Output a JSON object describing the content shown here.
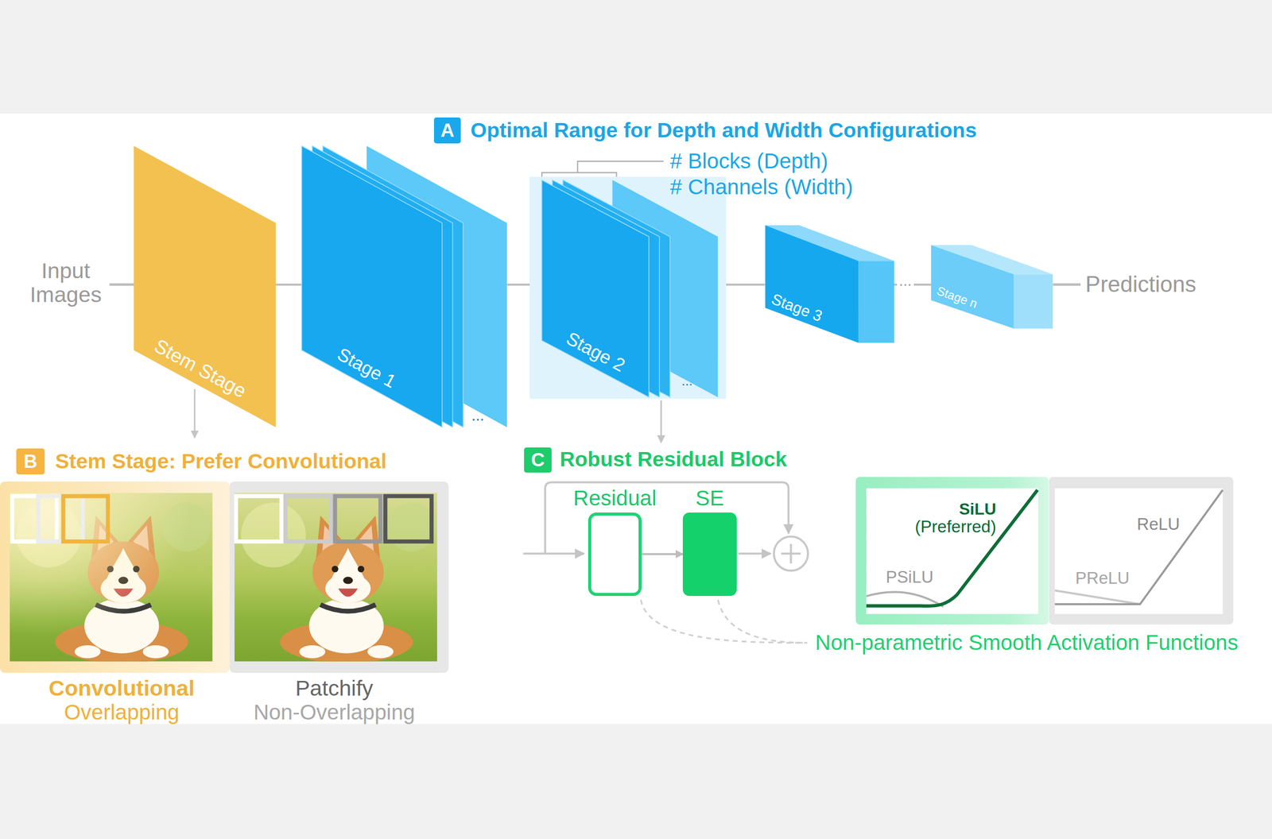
{
  "diagram": {
    "nodes": [
      {
        "text": [
          "A"
        ]
      },
      {
        "text": [
          "Stem Stage"
        ]
      },
      {
        "text": [
          "Stage 1"
        ]
      },
      {
        "text": [
          "Stage 2"
        ]
      },
      {
        "text": [
          "Stage 3"
        ]
      },
      {
        "text": [
          "Stage n"
        ]
      },
      {
        "text": [
          "B"
        ]
      },
      {
        "text": [
          "C"
        ]
      },
      {
        "text": [
          "Residual"
        ]
      },
      {
        "text": [
          "SE"
        ]
      },
      {
        "text": [
          "SiLU",
          "(Preferred)",
          "PSiLU"
        ]
      },
      {
        "text": [
          "ReLU",
          "PReLU"
        ]
      }
    ],
    "edges": [
      {
        "from": 1,
        "to": 2,
        "arrow": "none"
      },
      {
        "from": 2,
        "to": 3,
        "arrow": "none"
      },
      {
        "from": 3,
        "to": 4,
        "arrow": "none"
      },
      {
        "from": 4,
        "to": 5,
        "arrow": "none"
      },
      {
        "from": 8,
        "to": 9,
        "arrow": "to"
      }
    ],
    "labels": [
      "Optimal Range for Depth and Width Configurations",
      "# Blocks (Depth)",
      "# Channels (Width)",
      "Input Images",
      "...",
      "...",
      "...",
      "Predictions",
      "Stem Stage: Prefer Convolutional",
      "Convolutional",
      "Overlapping",
      "Patchify",
      "Non-Overlapping",
      "Robust Residual Block",
      "Non-parametric Smooth Activation Functions"
    ]
  }
}
